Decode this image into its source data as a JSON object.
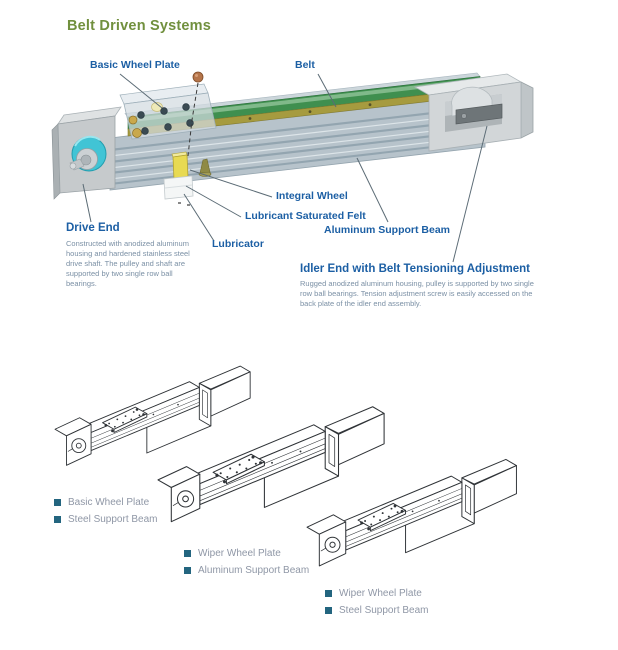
{
  "title": "Belt Driven Systems",
  "colors": {
    "title_green": "#71903e",
    "label_blue": "#1c5fa4",
    "description_text": "#7b90a5",
    "caption_text": "#8f97a6",
    "bullet_teal": "#23657f",
    "belt_green": "#3f8f4f",
    "belt_rail_olive": "#a69b3f",
    "pulley_teal": "#41c4d5",
    "beam_gray": "#b7c3cb",
    "integral_wheel_yellow": "#e8da52"
  },
  "diagram": {
    "labels": {
      "basic_wheel_plate": "Basic Wheel Plate",
      "belt": "Belt",
      "integral_wheel": "Integral Wheel",
      "lubricant_felt": "Lubricant Saturated Felt",
      "lubricator": "Lubricator",
      "aluminum_support_beam": "Aluminum Support Beam"
    },
    "drive_end": {
      "heading": "Drive End",
      "description": "Constructed with anodized aluminum housing and hardened stainless steel drive shaft. The pulley and shaft are supported by two single row ball bearings."
    },
    "idler_end": {
      "heading": "Idler End with Belt Tensioning Adjustment",
      "description": "Rugged anodized aluminum housing, pulley is supported by two single row ball bearings. Tension adjustment screw is easily accessed on the back plate of the idler end assembly."
    }
  },
  "variants": [
    {
      "features": [
        "Basic Wheel Plate",
        "Steel Support Beam"
      ]
    },
    {
      "features": [
        "Wiper Wheel Plate",
        "Aluminum Support Beam"
      ]
    },
    {
      "features": [
        "Wiper Wheel Plate",
        "Steel Support Beam"
      ]
    }
  ]
}
